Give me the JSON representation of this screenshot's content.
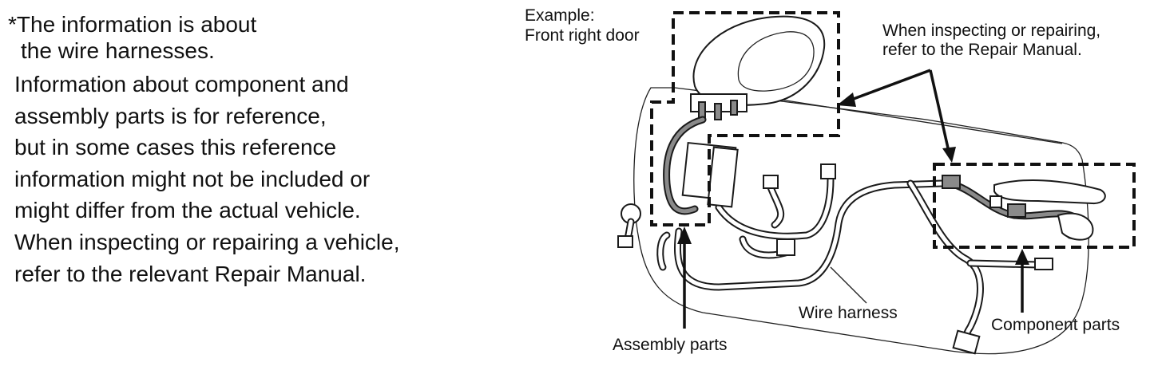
{
  "notes": {
    "heading_line1": "*The information is about",
    "heading_line2": "the wire harnesses.",
    "body_lines": [
      "Information about component and",
      "assembly parts is for reference,",
      "but in some cases this reference",
      "information might not be included or",
      "might differ from the actual vehicle.",
      "When inspecting or repairing a vehicle,",
      "refer to the relevant Repair Manual."
    ]
  },
  "diagram": {
    "example_label": "Example:",
    "example_sublabel": "Front right door",
    "inspect_line1": "When inspecting or repairing,",
    "inspect_line2": "refer to the Repair Manual.",
    "wire_harness_label": "Wire harness",
    "assembly_parts_label": "Assembly parts",
    "component_parts_label": "Component parts"
  }
}
